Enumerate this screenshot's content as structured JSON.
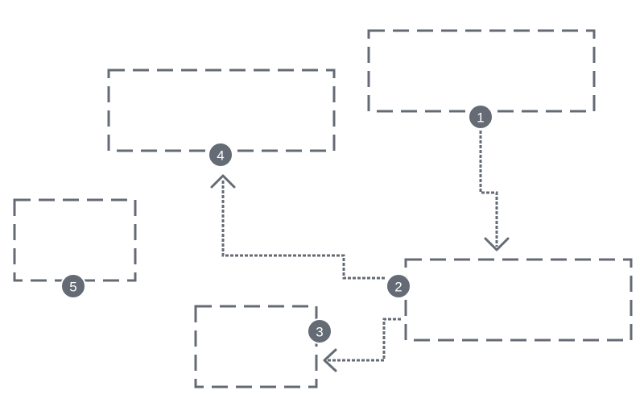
{
  "diagram": {
    "colors": {
      "stroke": "#646b74",
      "badge_fill": "#646b74",
      "badge_text": "#ffffff",
      "background": "#ffffff"
    },
    "nodes": [
      {
        "id": "node-1",
        "badge": "1"
      },
      {
        "id": "node-2",
        "badge": "2"
      },
      {
        "id": "node-3",
        "badge": "3"
      },
      {
        "id": "node-4",
        "badge": "4"
      },
      {
        "id": "node-5",
        "badge": "5"
      }
    ],
    "edges": [
      {
        "from": "1",
        "to": "2",
        "style": "dotted-arrow"
      },
      {
        "from": "2",
        "to": "4",
        "style": "dotted-arrow"
      },
      {
        "from": "2",
        "to": "3",
        "style": "dotted-arrow"
      }
    ]
  }
}
